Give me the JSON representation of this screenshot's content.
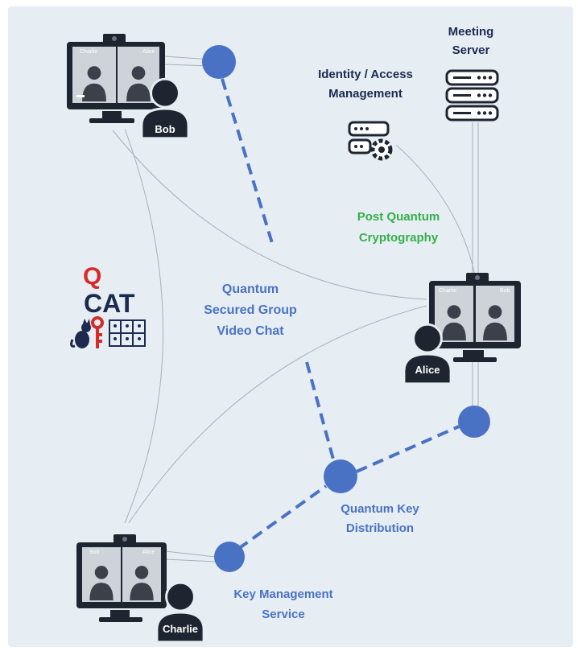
{
  "labels": {
    "meeting_server": [
      "Meeting",
      "Server"
    ],
    "identity_access": [
      "Identity / Access",
      "Management"
    ],
    "post_quantum": [
      "Post Quantum",
      "Cryptography"
    ],
    "group_chat": [
      "Quantum",
      "Secured Group",
      "Video Chat"
    ],
    "qkd": [
      "Quantum Key",
      "Distribution"
    ],
    "kms": [
      "Key Management",
      "Service"
    ]
  },
  "logo": {
    "q": "Q",
    "cat": "CAT"
  },
  "participants": {
    "bob": {
      "name": "Bob",
      "screen_names": [
        "Charlie",
        "Alice"
      ]
    },
    "alice": {
      "name": "Alice",
      "screen_names": [
        "Charlie",
        "Bob"
      ]
    },
    "charlie": {
      "name": "Charlie",
      "screen_names": [
        "Bob",
        "Alice"
      ]
    }
  },
  "colors": {
    "background": "#e6eef4",
    "node_blue": "#4a72c4",
    "dark": "#1f2530",
    "navy_text": "#1d2a50",
    "blue_text": "#4a72c4",
    "green_text": "#35b04a",
    "logo_red": "#d62b2b"
  },
  "icons": [
    "monitor-icon",
    "person-icon",
    "server-icon",
    "settings-server-icon",
    "cat-icon",
    "key-icon"
  ]
}
